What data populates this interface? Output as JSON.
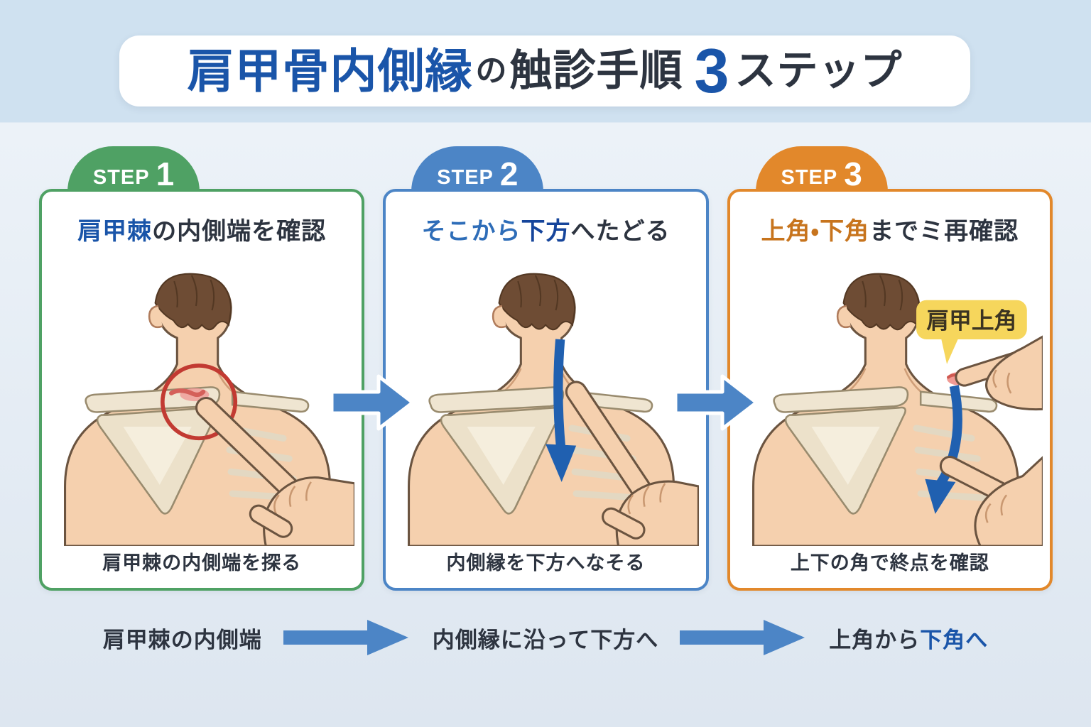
{
  "theme": {
    "step1_color": "#4fa164",
    "step2_color": "#4c85c6",
    "step3_color": "#e2882b",
    "step1_hl": "#1a55a9",
    "step2_hl1": "#2e6db8",
    "step2_hl2": "#16459b",
    "step3_hl": "#c7741d",
    "title_accent": "#1a55a9",
    "text_dark": "#2d3440",
    "arrow_blue": "#4c85c6",
    "illustration_arrow": "#2060b0",
    "highlight_red": "#c23a32",
    "bubble_yellow": "#f6d65c",
    "bg_band": "#cfe1f0",
    "bg_main": "#e7eef6"
  },
  "title": {
    "seg1": "肩甲骨内側縁",
    "seg2": "の",
    "seg3": "触診手順",
    "seg4": "3",
    "seg5": "ステップ"
  },
  "steps": [
    {
      "badge_label": "STEP",
      "badge_number": "1",
      "hl1": "肩甲棘",
      "hl2": "",
      "rest": "の内側端を確認",
      "caption": "肩甲棘の内側端を探る",
      "annotation": ""
    },
    {
      "badge_label": "STEP",
      "badge_number": "2",
      "hl1": "そこから",
      "hl2": "下方",
      "rest": "へたどる",
      "caption": "内側縁を下方へなそる",
      "annotation": ""
    },
    {
      "badge_label": "STEP",
      "badge_number": "3",
      "hl1": "上角・下角",
      "hl2": "",
      "rest": "までミ再確認",
      "caption": "上下の角で終点を確認",
      "annotation": "肩甲上角"
    }
  ],
  "flow": {
    "label1": "肩甲棘の内側端",
    "label2": "内側縁に沿って下方へ",
    "label3_dark": "上角から",
    "label3_blue": "下角へ"
  },
  "icons": {
    "step_connector": "block-arrow-right",
    "flow_connector": "block-arrow-right",
    "step2_illustration_arrow": "block-arrow-down",
    "step3_illustration_arrow": "curved-arrow-down"
  }
}
